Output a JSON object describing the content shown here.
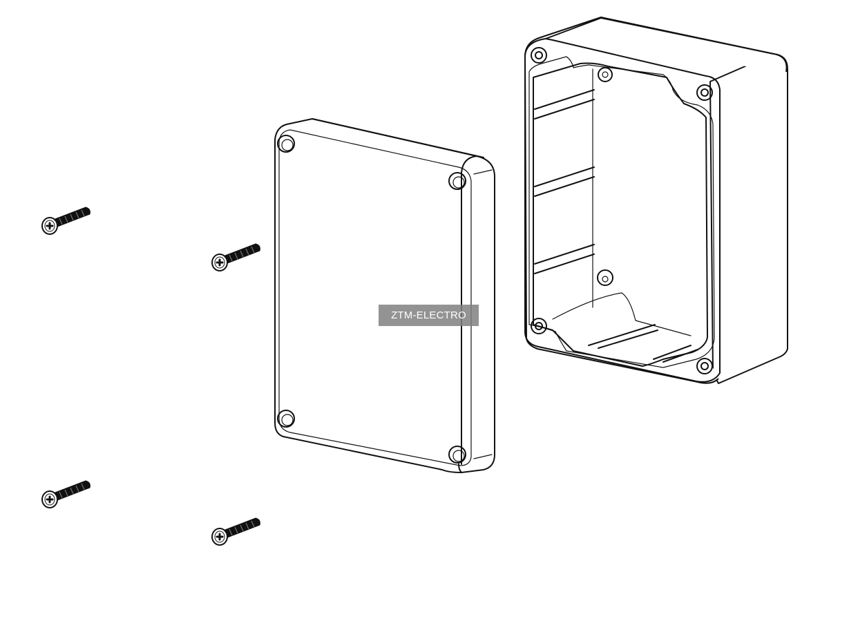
{
  "watermark": {
    "text": "ZTM-ELECTRO",
    "background": "#808080",
    "text_color": "#ffffff"
  },
  "drawing": {
    "style": "line-art",
    "line_color": "#111111",
    "parts": [
      {
        "name": "enclosure-base",
        "icon": "open-box"
      },
      {
        "name": "enclosure-lid",
        "icon": "flat-lid"
      },
      {
        "name": "screws",
        "icon": "phillips-countersunk-screw",
        "count": 4
      }
    ]
  }
}
